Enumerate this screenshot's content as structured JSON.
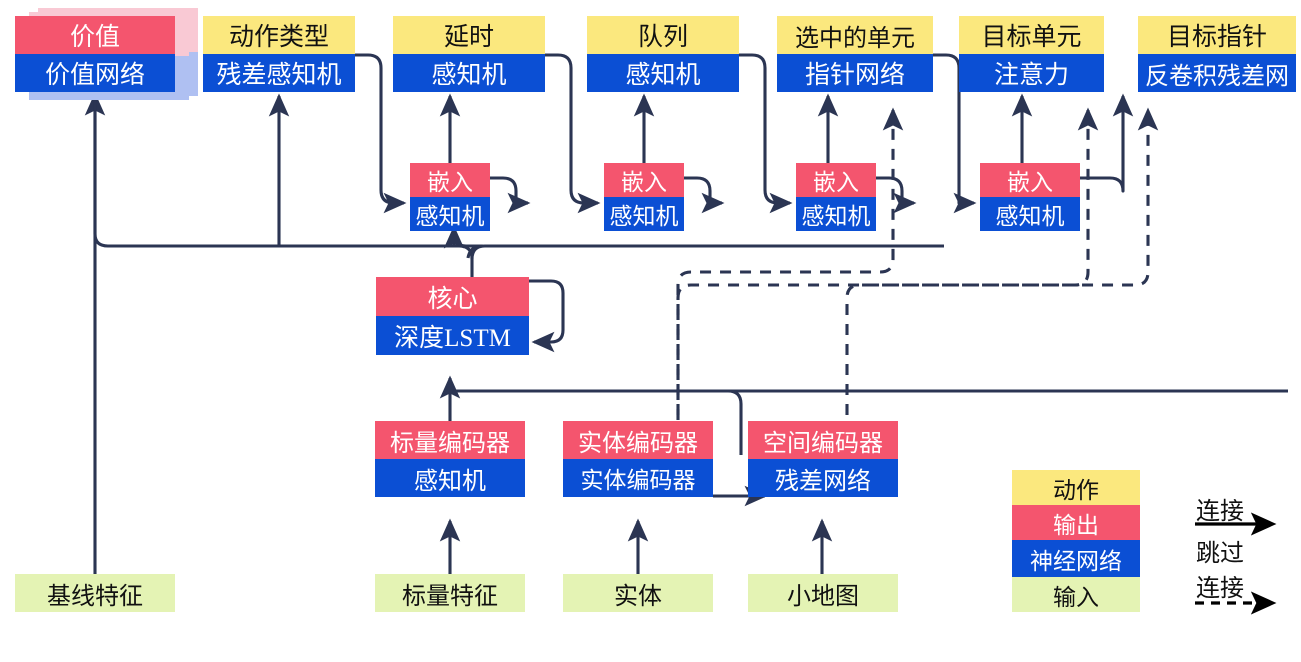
{
  "diagram": {
    "title": "AlphaStar-style agent network architecture",
    "colors": {
      "action": "#FBE87E",
      "output": "#F4556E",
      "network": "#0B4FD4",
      "input": "#E4F3B4",
      "wire": "#2B3553"
    }
  },
  "outputs": [
    {
      "id": "value",
      "top": "价值",
      "bottom": "价值网络",
      "stacked": true
    },
    {
      "id": "action_type",
      "top": "动作类型",
      "bottom": "残差感知机",
      "stacked": false
    },
    {
      "id": "delay",
      "top": "延时",
      "bottom": "感知机",
      "stacked": false
    },
    {
      "id": "queue",
      "top": "队列",
      "bottom": "感知机",
      "stacked": false
    },
    {
      "id": "selected_units",
      "top": "选中的单元",
      "bottom": "指针网络",
      "stacked": false
    },
    {
      "id": "target_unit",
      "top": "目标单元",
      "bottom": "注意力",
      "stacked": false
    },
    {
      "id": "target_point",
      "top": "目标指针",
      "bottom": "反卷积残差网",
      "stacked": false
    }
  ],
  "embeddings": [
    {
      "id": "embed-1",
      "top": "嵌入",
      "bottom": "感知机"
    },
    {
      "id": "embed-2",
      "top": "嵌入",
      "bottom": "感知机"
    },
    {
      "id": "embed-3",
      "top": "嵌入",
      "bottom": "感知机"
    },
    {
      "id": "embed-4",
      "top": "嵌入",
      "bottom": "感知机"
    }
  ],
  "core": {
    "id": "core",
    "top": "核心",
    "bottom": "深度LSTM"
  },
  "encoders": [
    {
      "id": "scalar-encoder",
      "top": "标量编码器",
      "bottom": "感知机"
    },
    {
      "id": "entity-encoder",
      "top": "实体编码器",
      "bottom": "实体编码器"
    },
    {
      "id": "spatial-encoder",
      "top": "空间编码器",
      "bottom": "残差网络"
    }
  ],
  "inputs": [
    {
      "id": "baseline-features",
      "label": "基线特征"
    },
    {
      "id": "scalar-features",
      "label": "标量特征"
    },
    {
      "id": "entities",
      "label": "实体"
    },
    {
      "id": "minimap",
      "label": "小地图"
    }
  ],
  "legend": {
    "swatches": [
      {
        "id": "legend-action",
        "label": "动作",
        "kind": "act"
      },
      {
        "id": "legend-output",
        "label": "输出",
        "kind": "out"
      },
      {
        "id": "legend-network",
        "label": "神经网络",
        "kind": "net"
      },
      {
        "id": "legend-input",
        "label": "输入",
        "kind": "inp"
      }
    ],
    "connection_label": "连接",
    "skip_label_line1": "跳过",
    "skip_label_line2": "连接"
  }
}
